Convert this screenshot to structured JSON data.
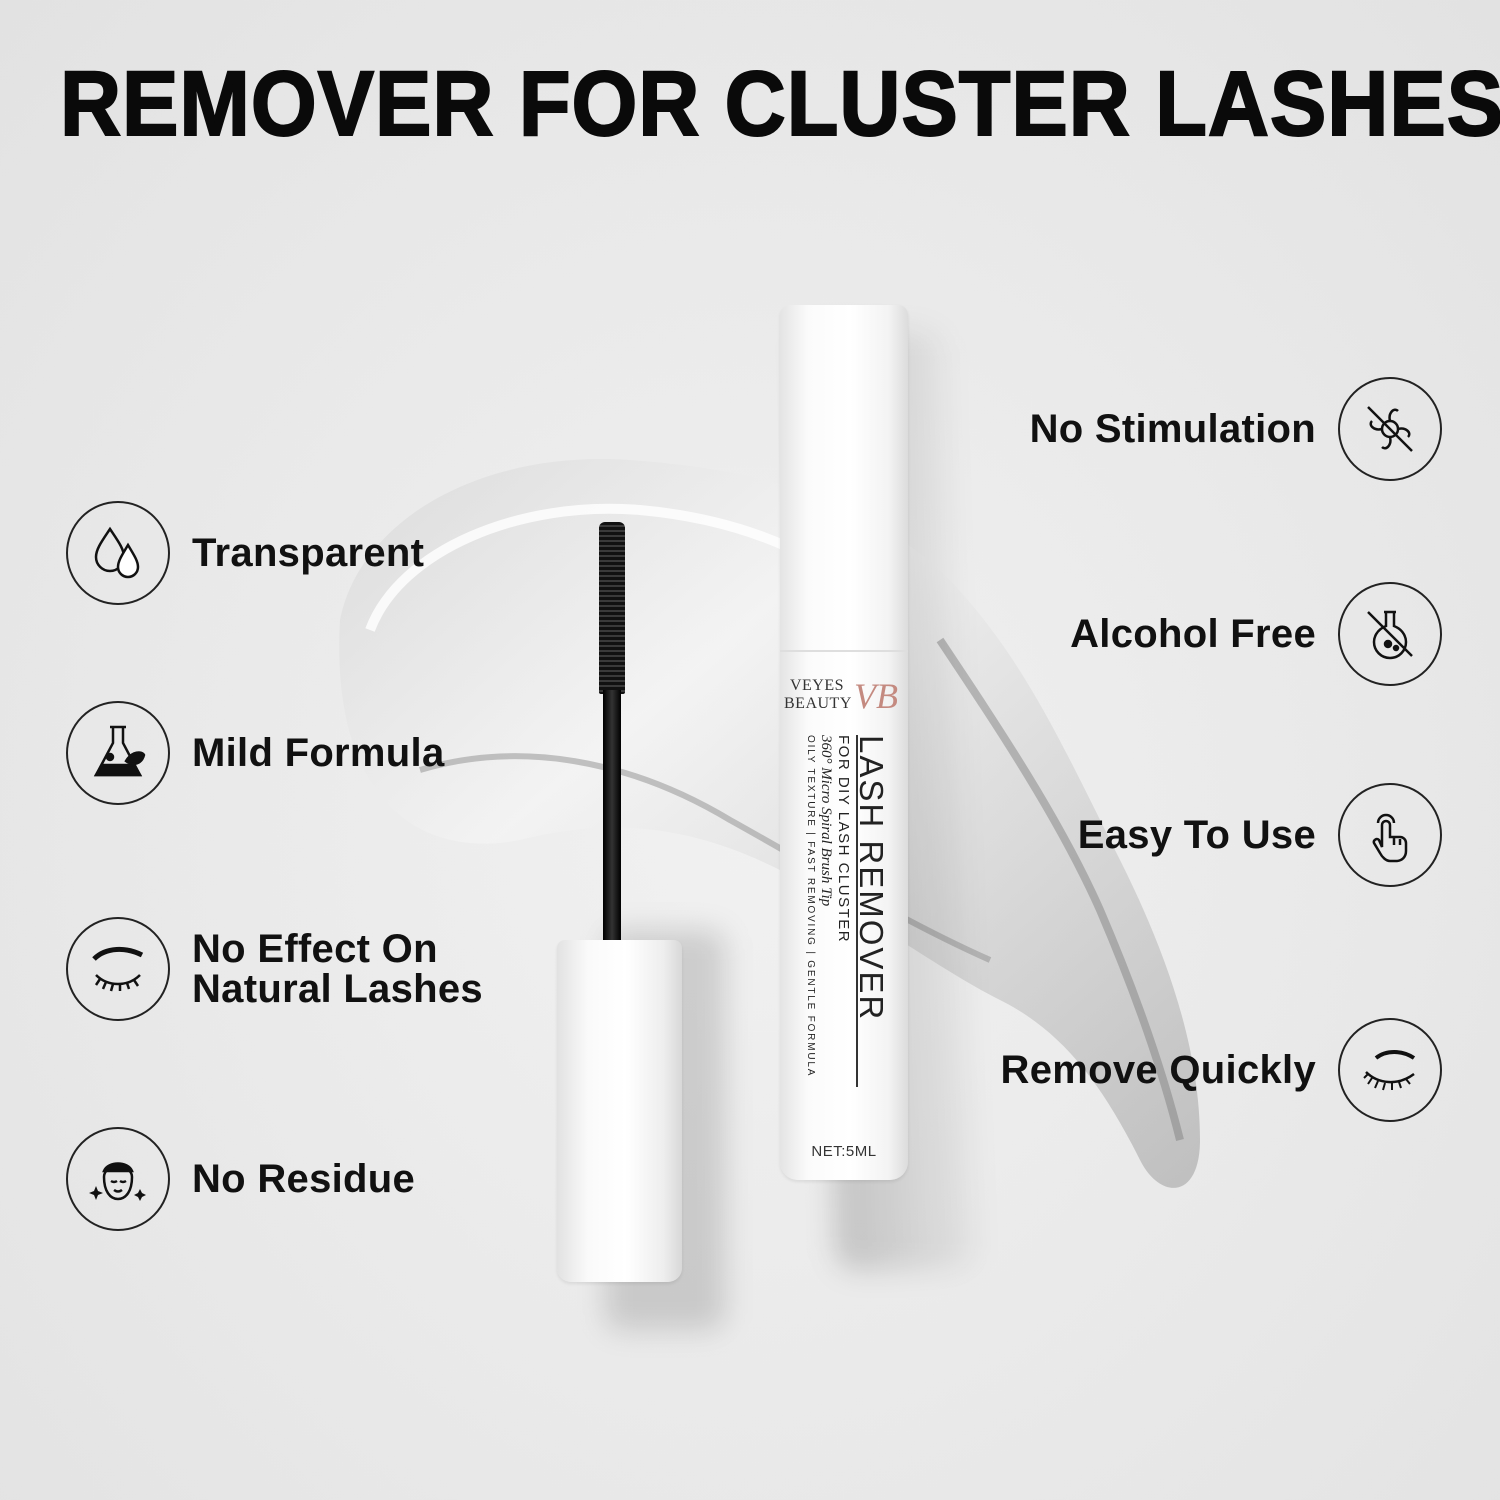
{
  "headline": "REMOVER FOR CLUSTER LASHES",
  "features_left": [
    {
      "label": "Transparent",
      "icon": "water-drops-icon"
    },
    {
      "label": "Mild Formula",
      "icon": "flask-leaf-icon"
    },
    {
      "label_lines": [
        "No Effect On",
        "Natural Lashes"
      ],
      "icon": "eye-brow-icon"
    },
    {
      "label": "No Residue",
      "icon": "face-sparkle-icon"
    }
  ],
  "features_right": [
    {
      "label": "No Stimulation",
      "icon": "no-irritation-icon"
    },
    {
      "label": "Alcohol Free",
      "icon": "no-alcohol-flask-icon"
    },
    {
      "label": "Easy To Use",
      "icon": "finger-tap-icon"
    },
    {
      "label": "Remove Quickly",
      "icon": "eyelash-icon"
    }
  ],
  "product": {
    "brand_line1": "VEYES",
    "brand_line2": "BEAUTY",
    "monogram": "VB",
    "title": "LASH REMOVER",
    "subtitle": "FOR DIY LASH CLUSTER",
    "script_line": "360° Micro Spiral Brush Tip",
    "small_line": "OILY TEXTURE | FAST REMOVING | GENTLE FORMULA",
    "net": "NET:5ML"
  },
  "colors": {
    "accent": "#c48a80",
    "text": "#111111",
    "background": "#ebebeb"
  }
}
